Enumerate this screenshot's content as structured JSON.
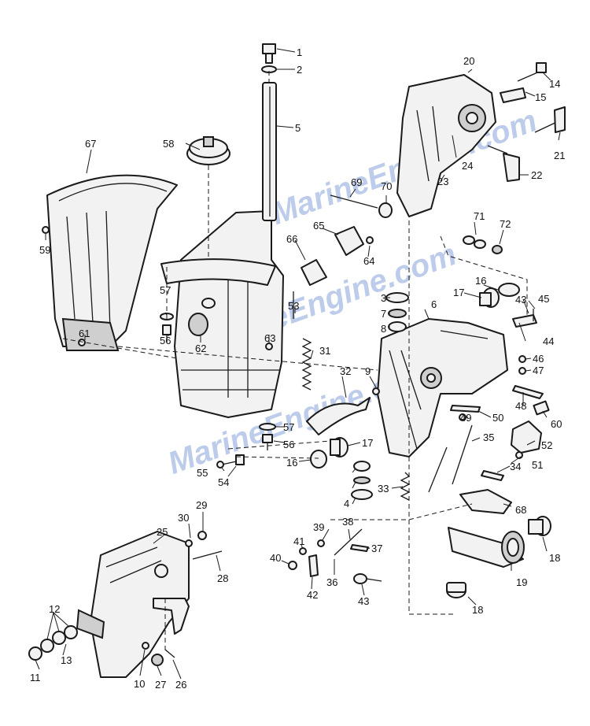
{
  "watermarks": [
    "MarineEngine.com",
    "MarineEngine.com",
    "MarineEngine.com"
  ],
  "callouts": [
    "1",
    "2",
    "3",
    "4",
    "5",
    "6",
    "7",
    "8",
    "9",
    "10",
    "11",
    "12",
    "13",
    "14",
    "15",
    "16",
    "17",
    "18",
    "19",
    "20",
    "21",
    "22",
    "23",
    "24",
    "25",
    "26",
    "27",
    "28",
    "29",
    "30",
    "31",
    "32",
    "33",
    "34",
    "35",
    "36",
    "37",
    "38",
    "39",
    "40",
    "41",
    "42",
    "43",
    "44",
    "45",
    "46",
    "47",
    "48",
    "49",
    "50",
    "51",
    "52",
    "53",
    "54",
    "55",
    "56",
    "57",
    "58",
    "59",
    "60",
    "61",
    "62",
    "63",
    "64",
    "65",
    "66",
    "67",
    "68",
    "69",
    "70",
    "71",
    "72"
  ]
}
